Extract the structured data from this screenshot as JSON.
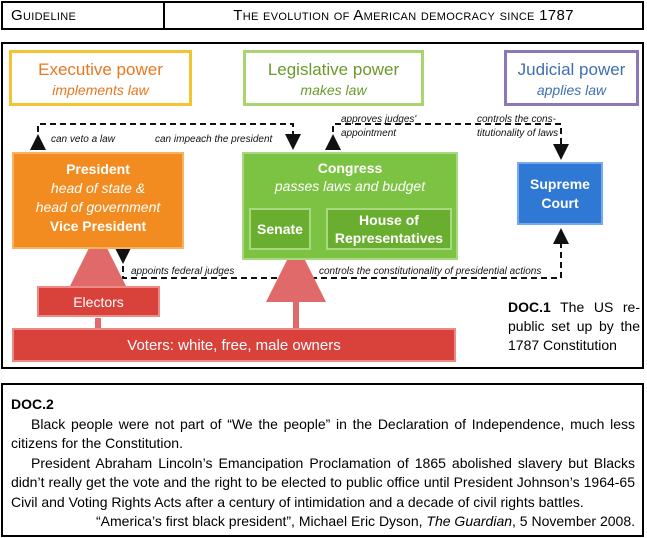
{
  "header": {
    "label": "Guideline",
    "title": "The evolution of American democracy since 1787"
  },
  "doc1": {
    "powers": {
      "executive": {
        "title": "Executive power",
        "subtitle": "implements law"
      },
      "legislative": {
        "title": "Legislative power",
        "subtitle": "makes law"
      },
      "judicial": {
        "title": "Judicial power",
        "subtitle": "applies law"
      }
    },
    "arrows": {
      "veto": "can veto a law",
      "impeach": "can impeach the president",
      "approves_1": "approves judges'",
      "approves_2": "appointment",
      "controls_1": "controls the cons-",
      "controls_2": "titutionality of laws",
      "appoints": "appoints federal judges",
      "controls_pres": "controls the constitutionality of presidential actions"
    },
    "president": {
      "title": "President",
      "line1": "head of state &",
      "line2": "head of government",
      "line3": "Vice President"
    },
    "congress": {
      "title": "Congress",
      "subtitle": "passes laws and budget",
      "senate": "Senate",
      "house_1": "House of",
      "house_2": "Representatives"
    },
    "supreme_court": {
      "line1": "Supreme",
      "line2": "Court"
    },
    "electors": "Electors",
    "voters": "Voters: white, free, male owners",
    "caption": {
      "label": "DOC.1",
      "text": " The US re-public set up by the 1787 Constitution"
    },
    "colors": {
      "executive": "#f28c21",
      "legislative": "#7dc343",
      "judicial": "#2f78d3",
      "voters": "#d9413b"
    }
  },
  "doc2": {
    "heading": "DOC.2",
    "para1": "Black people were not part of “We the people” in the Declaration of Independence, much less citizens for the Constitution.",
    "para2": "President Abraham Lincoln’s Emancipation Proclamation of 1865 abolished slavery but Blacks didn’t really get the vote and the right to be elected to public office until President Johnson’s 1964-65 Civil and Voting Rights Acts after a century of intimidation and a decade of civil rights battles.",
    "source_title": "“America’s first black president”, Michael Eric Dyson, ",
    "source_pub": "The Guardian",
    "source_date": ", 5 November 2008."
  }
}
